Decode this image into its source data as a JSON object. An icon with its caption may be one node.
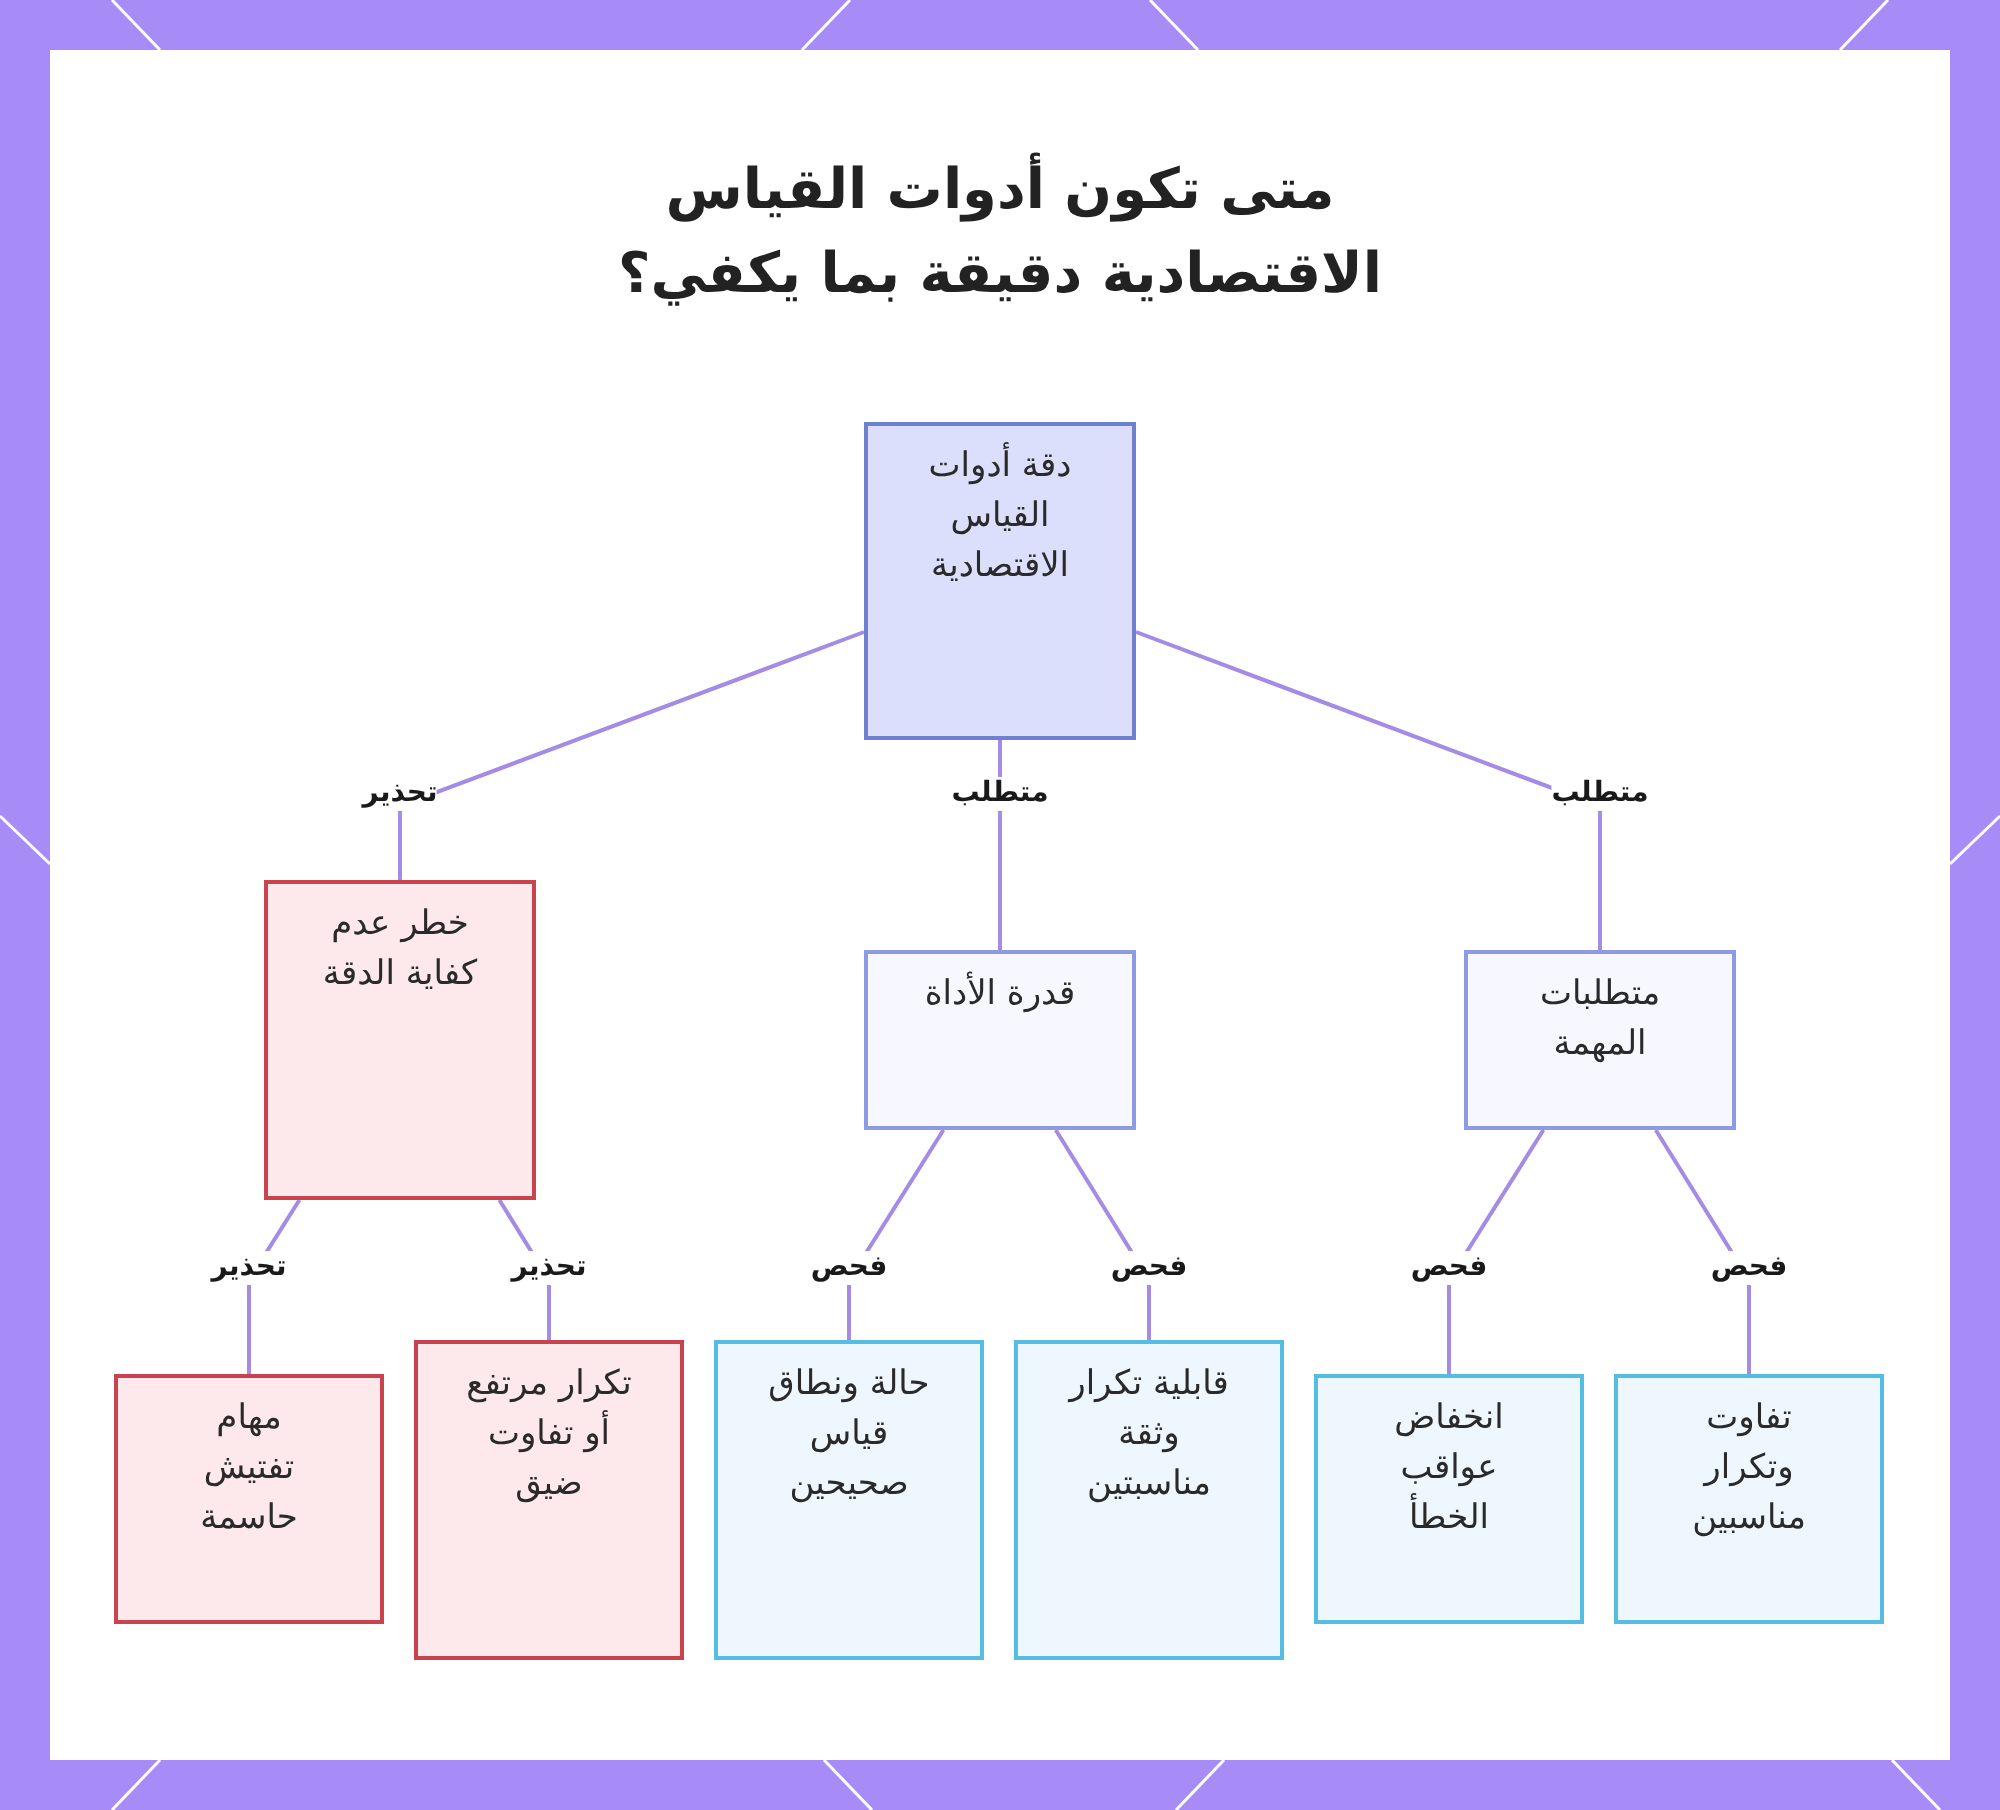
{
  "diagram": {
    "title": "متى تكون أدوات القياس الاقتصادية دقيقة بما يكفي؟",
    "nodes": [
      {
        "text": [
          "دقة أدوات القياس الاقتصادية"
        ]
      },
      {
        "text": [
          "خطر عدم كفاية الدقة"
        ]
      },
      {
        "text": [
          "قدرة الأداة"
        ]
      },
      {
        "text": [
          "متطلبات المهمة"
        ]
      },
      {
        "text": [
          "مهام تفتيش حاسمة"
        ]
      },
      {
        "text": [
          "تكرار مرتفع أو تفاوت ضيق"
        ]
      },
      {
        "text": [
          "حالة ونطاق قياس صحيحين"
        ]
      },
      {
        "text": [
          "قابلية تكرار وثقة مناسبتين"
        ]
      },
      {
        "text": [
          "انخفاض عواقب الخطأ"
        ]
      },
      {
        "text": [
          "تفاوت وتكرار مناسبين"
        ]
      }
    ],
    "edges": [
      {
        "from": 0,
        "to": 1,
        "arrow": "none",
        "label": "تحذير"
      },
      {
        "from": 0,
        "to": 2,
        "arrow": "none",
        "label": "متطلب"
      },
      {
        "from": 0,
        "to": 3,
        "arrow": "none",
        "label": "متطلب"
      },
      {
        "from": 1,
        "to": 4,
        "arrow": "none",
        "label": "تحذير"
      },
      {
        "from": 1,
        "to": 5,
        "arrow": "none",
        "label": "تحذير"
      },
      {
        "from": 2,
        "to": 6,
        "arrow": "none",
        "label": "فحص"
      },
      {
        "from": 2,
        "to": 7,
        "arrow": "none",
        "label": "فحص"
      },
      {
        "from": 3,
        "to": 8,
        "arrow": "none",
        "label": "فحص"
      },
      {
        "from": 3,
        "to": 9,
        "arrow": "none",
        "label": "فحص"
      }
    ]
  }
}
